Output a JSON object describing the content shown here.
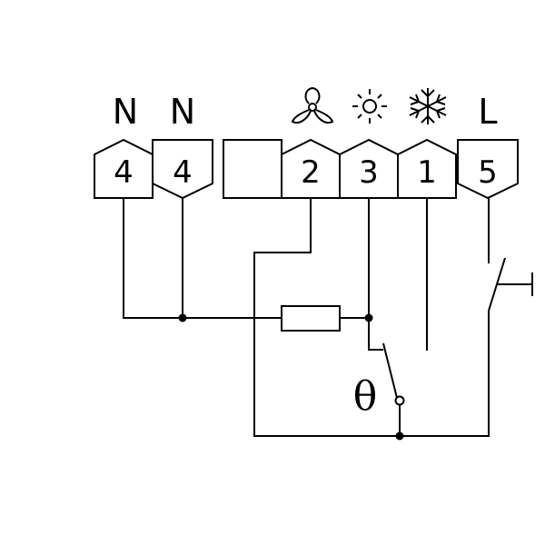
{
  "labels": {
    "n1": "N",
    "n2": "N",
    "l": "L",
    "thermostat": "θ"
  },
  "terminals": {
    "t_n1": "4",
    "t_n2": "4",
    "t_fan": "2",
    "t_sun": "3",
    "t_snow": "1",
    "t_l": "5"
  },
  "icons": {
    "fan": "fan-icon",
    "sun": "sun-icon",
    "snow": "snowflake-icon"
  }
}
